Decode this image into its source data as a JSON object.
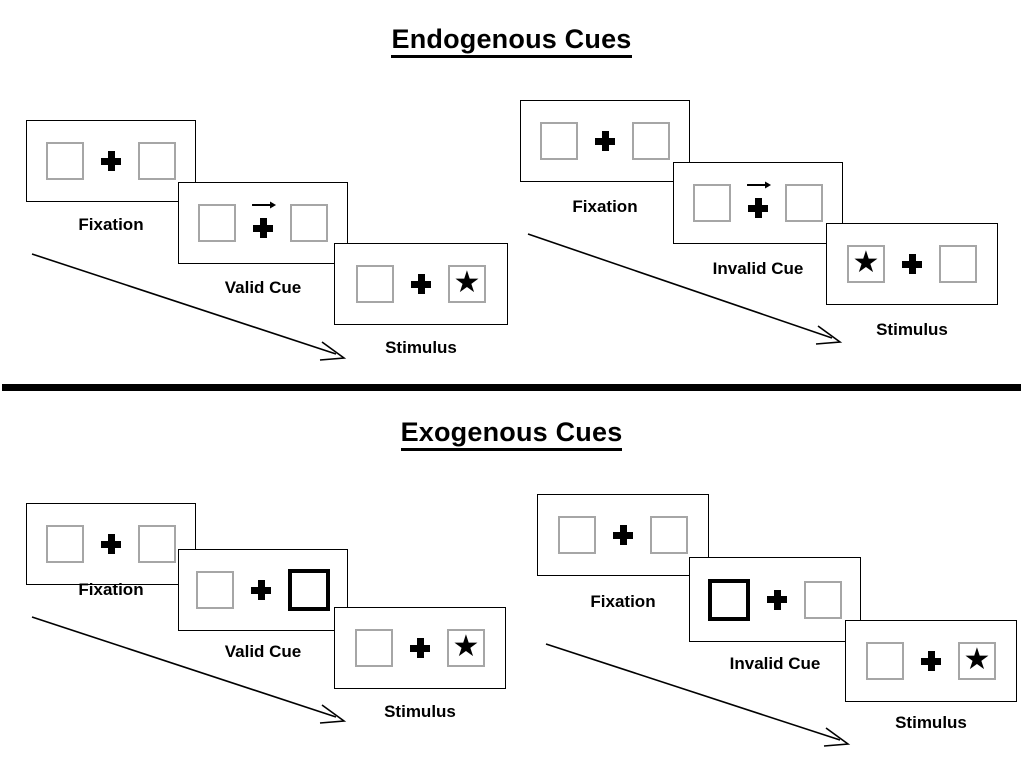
{
  "figure": {
    "sections": [
      {
        "id": "endogenous",
        "title": "Endogenous Cues",
        "panels": [
          {
            "id": "endogenous-valid",
            "stages": [
              {
                "label": "Fixation",
                "cue_type": "none",
                "cued_side": "none",
                "left_box": "empty",
                "right_box": "empty",
                "center_symbol": "plus"
              },
              {
                "label": "Valid Cue",
                "cue_type": "arrow",
                "cued_side": "right",
                "left_box": "empty",
                "right_box": "empty",
                "center_symbol": "plus-with-right-arrow"
              },
              {
                "label": "Stimulus",
                "cue_type": "none",
                "cued_side": "none",
                "left_box": "empty",
                "right_box": "star",
                "center_symbol": "plus"
              }
            ]
          },
          {
            "id": "endogenous-invalid",
            "stages": [
              {
                "label": "Fixation",
                "cue_type": "none",
                "cued_side": "none",
                "left_box": "empty",
                "right_box": "empty",
                "center_symbol": "plus"
              },
              {
                "label": "Invalid Cue",
                "cue_type": "arrow",
                "cued_side": "right",
                "left_box": "empty",
                "right_box": "empty",
                "center_symbol": "plus-with-right-arrow"
              },
              {
                "label": "Stimulus",
                "cue_type": "none",
                "cued_side": "none",
                "left_box": "star",
                "right_box": "empty",
                "center_symbol": "plus"
              }
            ]
          }
        ]
      },
      {
        "id": "exogenous",
        "title": "Exogenous Cues",
        "panels": [
          {
            "id": "exogenous-valid",
            "stages": [
              {
                "label": "Fixation",
                "cue_type": "none",
                "cued_side": "none",
                "left_box": "empty",
                "right_box": "empty",
                "center_symbol": "plus"
              },
              {
                "label": "Valid Cue",
                "cue_type": "box-highlight",
                "cued_side": "right",
                "left_box": "empty",
                "right_box": "cued",
                "center_symbol": "plus"
              },
              {
                "label": "Stimulus",
                "cue_type": "none",
                "cued_side": "none",
                "left_box": "empty",
                "right_box": "star",
                "center_symbol": "plus"
              }
            ]
          },
          {
            "id": "exogenous-invalid",
            "stages": [
              {
                "label": "Fixation",
                "cue_type": "none",
                "cued_side": "none",
                "left_box": "empty",
                "right_box": "empty",
                "center_symbol": "plus"
              },
              {
                "label": "Invalid Cue",
                "cue_type": "box-highlight",
                "cued_side": "left",
                "left_box": "cued",
                "right_box": "empty",
                "center_symbol": "plus"
              },
              {
                "label": "Stimulus",
                "cue_type": "none",
                "cued_side": "none",
                "left_box": "empty",
                "right_box": "star",
                "center_symbol": "plus"
              }
            ]
          }
        ]
      }
    ],
    "symbols": {
      "star_glyph": "★",
      "fixation_glyph": "✚",
      "cue_arrow_glyph": "→"
    },
    "colors": {
      "stroke": "#000000",
      "box_border": "#a6a6a6",
      "cued_box_border": "#000000",
      "background": "#ffffff"
    }
  }
}
